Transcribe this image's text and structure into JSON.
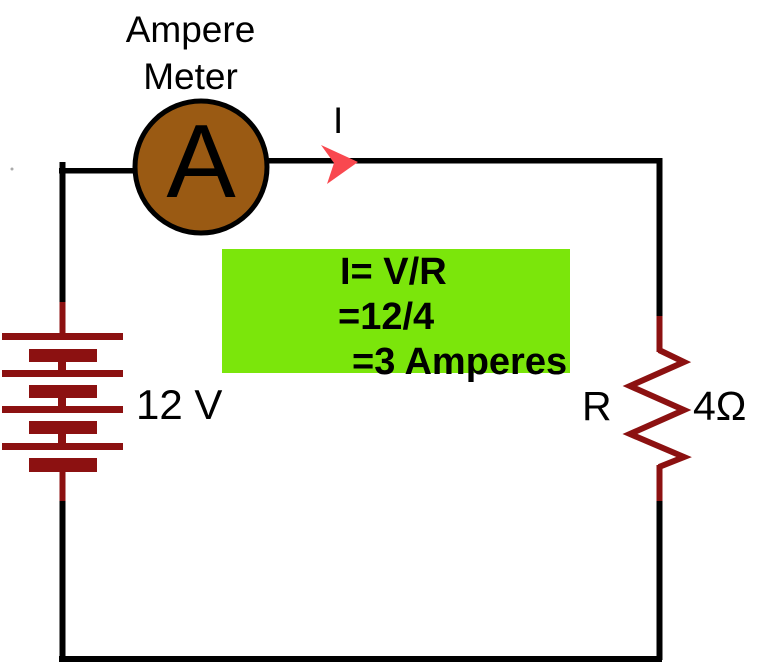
{
  "diagram": {
    "meter": {
      "title_line1": "Ampere",
      "title_line2": "Meter",
      "symbol": "A"
    },
    "current": {
      "label": "I"
    },
    "battery": {
      "voltage_label": "12 V"
    },
    "resistor": {
      "name": "R",
      "value": "4Ω"
    },
    "calculation": {
      "line1": "I= V/R",
      "line2": "=12/4",
      "line3": "=3 Amperes"
    },
    "colors": {
      "wire_black": "#000000",
      "component_red": "#8C1111",
      "meter_fill": "#9A5A13",
      "meter_stroke": "#000000",
      "arrow_red": "#F9484F",
      "highlight_green": "#7BE60B"
    }
  }
}
